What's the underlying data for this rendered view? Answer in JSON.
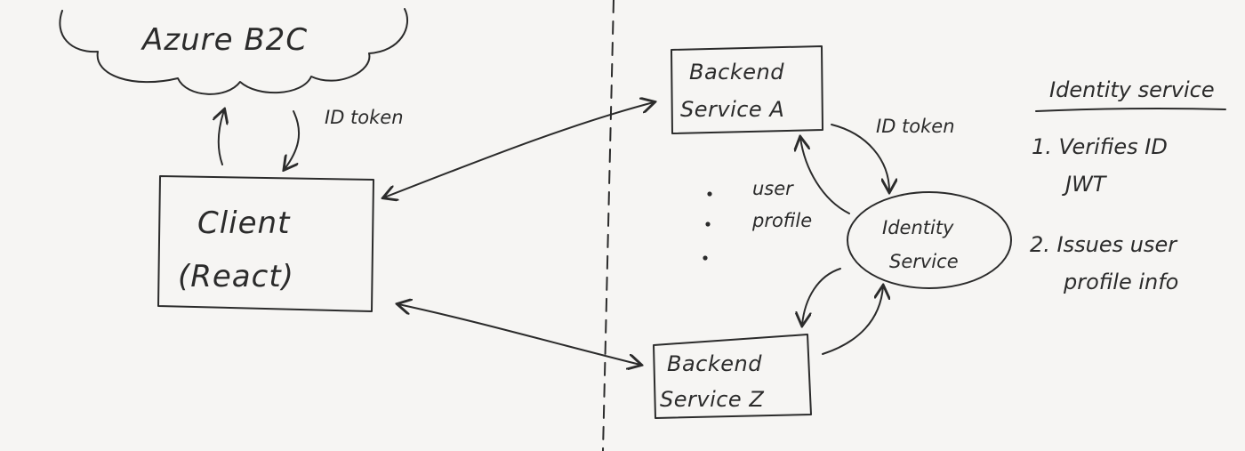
{
  "nodes": {
    "azure": "Azure B2C",
    "client_line1": "Client",
    "client_line2": "(React)",
    "service_a_line1": "Backend",
    "service_a_line2": "Service A",
    "service_z_line1": "Backend",
    "service_z_line2": "Service Z",
    "identity_line1": "Identity",
    "identity_line2": "Service"
  },
  "edge_labels": {
    "id_token_azure": "ID token",
    "id_token_service": "ID token",
    "user_profile_line1": "user",
    "user_profile_line2": "profile"
  },
  "notes": {
    "title": "Identity service",
    "item1_line1": "1. Verifies ID",
    "item1_line2": "JWT",
    "item2_line1": "2. Issues user",
    "item2_line2": "profile info"
  }
}
